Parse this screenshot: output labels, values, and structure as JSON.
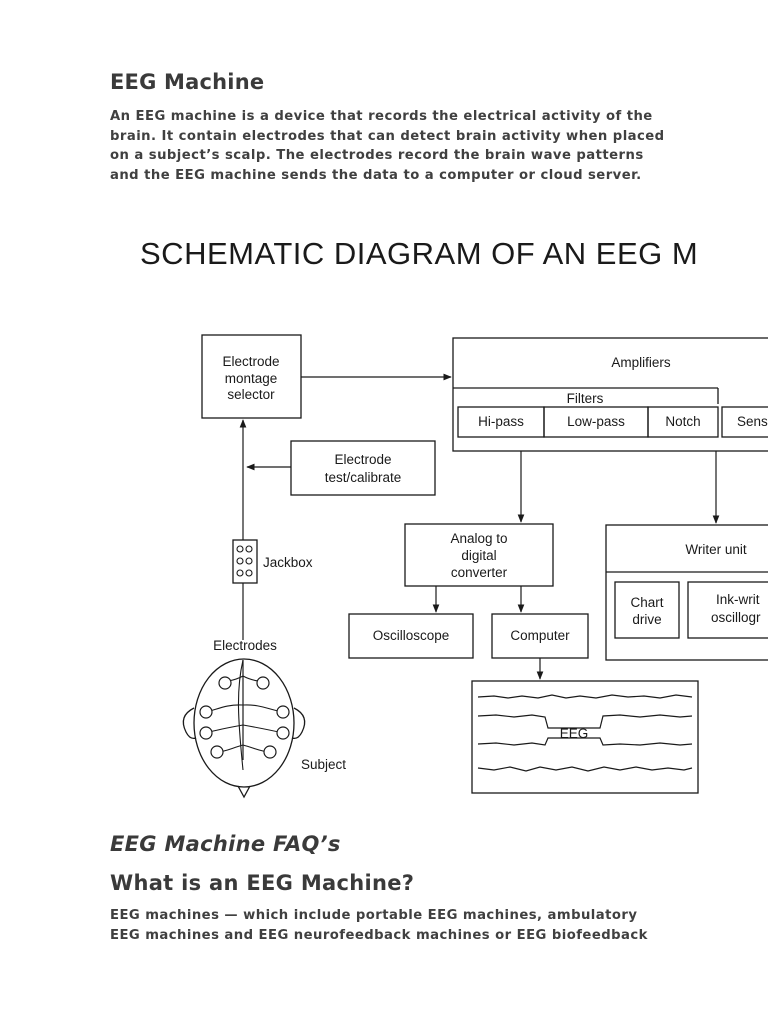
{
  "article": {
    "title": "EEG Machine",
    "intro_lines": [
      "An EEG machine is a device that records the electrical activity of the",
      "brain. It contain electrodes that can detect brain activity when placed",
      "on a subject’s scalp. The electrodes record the brain wave patterns",
      "and the EEG machine sends the data to a computer or cloud server."
    ]
  },
  "diagram": {
    "title": "SCHEMATIC DIAGRAM OF AN EEG M",
    "labels": {
      "electrode_selector": [
        "Electrode",
        "montage",
        "selector"
      ],
      "amplifiers": "Amplifiers",
      "filters": "Filters",
      "hi_pass": "Hi-pass",
      "low_pass": "Low-pass",
      "notch": "Notch",
      "sens": "Sens",
      "electrode_test": [
        "Electrode",
        "test/calibrate"
      ],
      "adc": [
        "Analog to",
        "digital",
        "converter"
      ],
      "writer_unit": "Writer unit",
      "chart_drive": [
        "Chart",
        "drive"
      ],
      "ink_writer": [
        "Ink-writ",
        "oscillogr"
      ],
      "jackbox": "Jackbox",
      "oscilloscope": "Oscilloscope",
      "computer": "Computer",
      "electrodes": "Electrodes",
      "eeg": "EEG",
      "subject": "Subject"
    }
  },
  "faq": {
    "heading": "EEG Machine FAQ’s",
    "question": "What is an EEG Machine?",
    "answer_lines": [
      "EEG machines — which include portable EEG machines, ambulatory",
      "EEG machines and EEG neurofeedback machines or EEG biofeedback"
    ]
  }
}
